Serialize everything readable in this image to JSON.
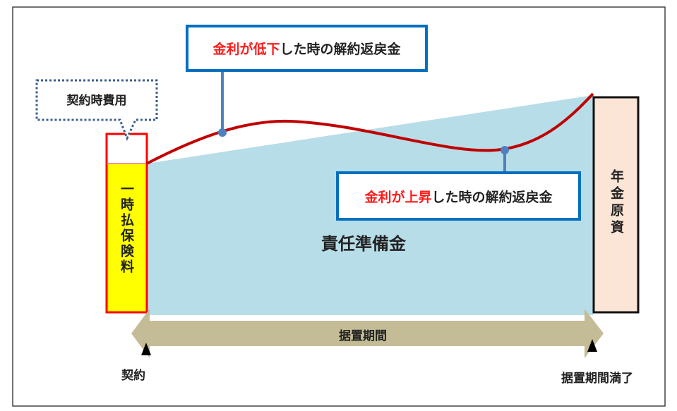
{
  "callouts": {
    "initial_cost": "契約時費用",
    "rate_down_red": "金利が低下",
    "rate_down_rest": "した時の解約返戻金",
    "rate_up_red": "金利が上昇",
    "rate_up_rest": "した時の解約返戻金"
  },
  "labels": {
    "premium": "一時払保険料",
    "reserve": "責任準備金",
    "annuity_fund": "年金原資",
    "deferral_period": "据置期間",
    "contract": "契約",
    "deferral_end": "据置期間満了"
  },
  "colors": {
    "reserve_fill": "#b7dde8",
    "curve": "#c00000",
    "callout_border": "#0070c0",
    "premium_fill": "#ffff00",
    "premium_border": "#ff0000",
    "fund_fill": "#fbe5d6",
    "arrow_fill": "#c4bc96"
  }
}
